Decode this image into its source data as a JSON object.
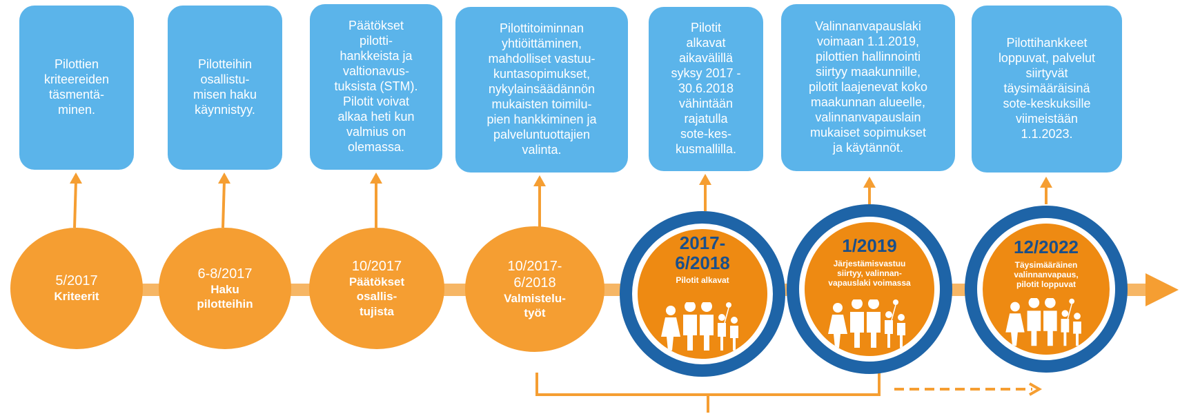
{
  "colors": {
    "box": "#5BB4EA",
    "arrow": "#F59E32",
    "circle": "#F59E32",
    "ring": "#1E64A7",
    "ring_fill": "#EE8A12",
    "ring_text": "#1A4F8A"
  },
  "milestones": [
    {
      "date": "5/2017",
      "label": "Kriteerit",
      "box": "Pilottien\nkriteereiden\ntäsmentä-\nminen."
    },
    {
      "date": "6-8/2017",
      "label": "Haku\npilotteihin",
      "box": "Pilotteihin\nosallistu-\nmisen haku\nkäynnistyy."
    },
    {
      "date": "10/2017",
      "label": "Päätökset\nosallis-\ntujista",
      "box": "Päätökset\npilotti-\nhankkeista ja\nvaltionavus-\ntuksista (STM).\nPilotit voivat\nalkaa heti kun\nvalmius on\nolemassa."
    },
    {
      "date": "10/2017-\n6/2018",
      "label": "Valmistelu-\ntyöt",
      "box": "Pilottitoiminnan\nyhtiöittäminen,\nmahdolliset vastuu-\nkuntasopimukset,\nnykylainsäädännön\nmukaisten toimilu-\npien hankkiminen ja\npalveluntuottajien\nvalinta."
    },
    {
      "date": "2017-\n6/2018",
      "label": "Pilotit alkavat",
      "box": "Pilotit\nalkavat\naikavälillä\nsyksy 2017 -\n30.6.2018\nvähintään\nrajatulla\nsote-kes-\nkusmallilla."
    },
    {
      "date": "1/2019",
      "label": "Järjestämisvastuu\nsiirtyy, valinnan-\nvapauslaki voimassa",
      "box": "Valinnanvapauslaki\nvoimaan 1.1.2019,\npilottien hallinnointi\nsiirtyy maakunnille,\npilotit laajenevat koko\nmaakunnan alueelle,\nvalinnanvapauslain\nmukaiset sopimukset\nja käytännöt."
    },
    {
      "date": "12/2022",
      "label": "Täysimääräinen\nvalinnanvapaus,\npilotit loppuvat",
      "box": "Pilottihankkeet\nloppuvat, palvelut\nsiirtyvät\ntäysimääräisinä\nsote-keskuksille\nviimeistään\n1.1.2023."
    }
  ]
}
